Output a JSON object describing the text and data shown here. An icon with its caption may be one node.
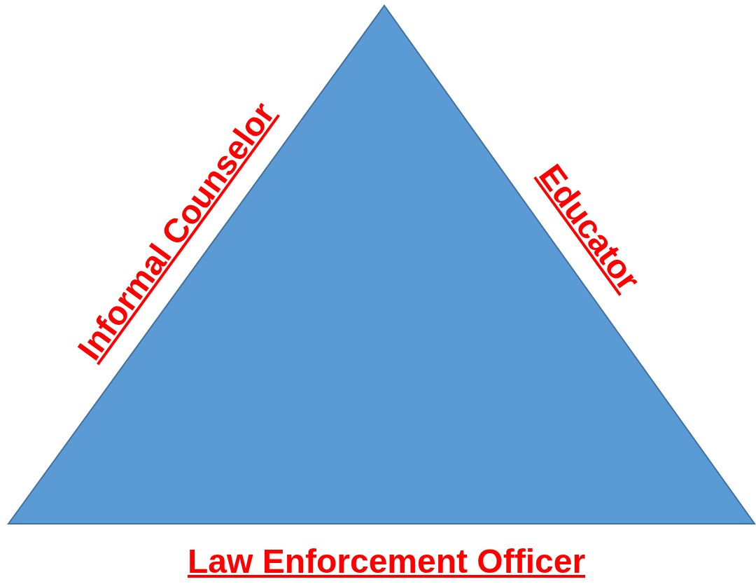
{
  "diagram": {
    "nodes": [
      {
        "text": [],
        "shape": "triangle",
        "beside": [
          "Informal Counselor",
          "Educator",
          "Law Enforcement Officer"
        ]
      }
    ]
  }
}
